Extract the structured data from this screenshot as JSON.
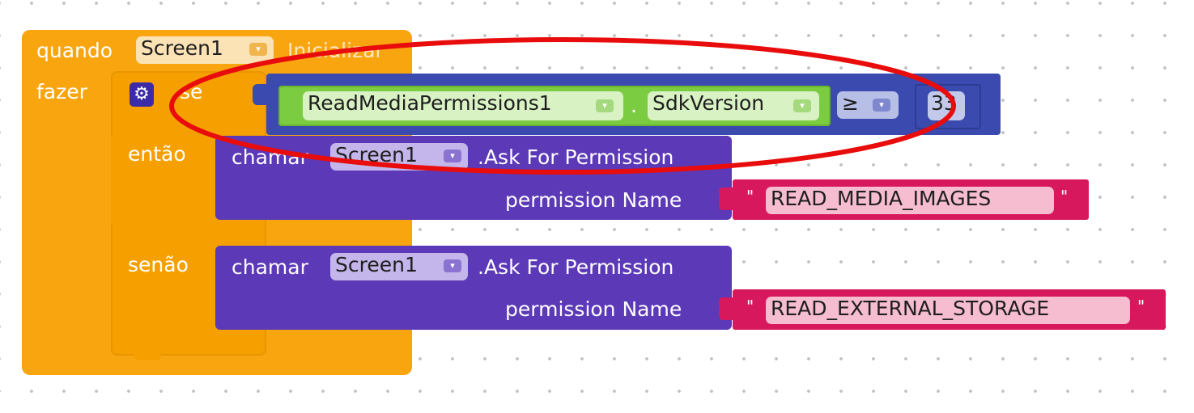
{
  "event_block": {
    "keyword_when": "quando",
    "component": "Screen1",
    "event": "Inicializar",
    "keyword_do": "fazer"
  },
  "if_block": {
    "keyword_if": "se",
    "keyword_then": "então",
    "keyword_else": "senão"
  },
  "condition": {
    "component": "ReadMediaPermissions1",
    "property": "SdkVersion",
    "operator": "≥",
    "value": "33"
  },
  "call_then": {
    "keyword": "chamar",
    "component": "Screen1",
    "method": ".Ask For Permission",
    "param_label": "permission Name",
    "param_value": "READ_MEDIA_IMAGES"
  },
  "call_else": {
    "keyword": "chamar",
    "component": "Screen1",
    "method": ".Ask For Permission",
    "param_label": "permission Name",
    "param_value": "READ_EXTERNAL_STORAGE"
  },
  "icons": {
    "gear": "gear-icon",
    "dropdown": "chevron-down-icon"
  },
  "colors": {
    "event_block": "#f8a510",
    "control_block": "#f5a000",
    "procedure_block": "#5c39b7",
    "math_block": "#3a4aae",
    "component_block": "#7ccc42",
    "text_block": "#d8185c",
    "highlight": "#e80c0c"
  }
}
